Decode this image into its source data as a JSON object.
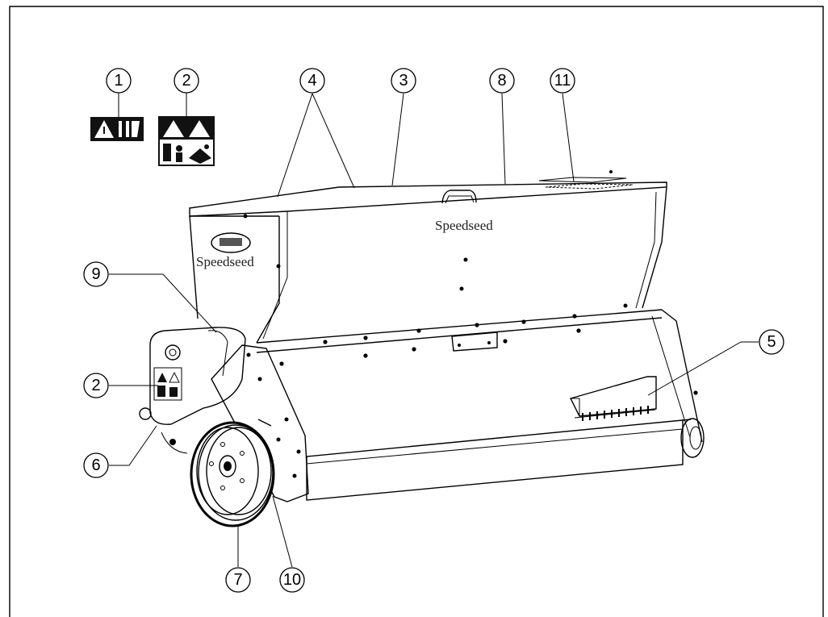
{
  "diagram": {
    "brand_labels": [
      "Speedseed",
      "Speedseed"
    ],
    "callouts": [
      "1",
      "2",
      "4",
      "3",
      "8",
      "11",
      "9",
      "2",
      "6",
      "5",
      "7",
      "10"
    ],
    "colors": {
      "line": "#000000",
      "background": "#ffffff",
      "decal": "#111111"
    }
  }
}
